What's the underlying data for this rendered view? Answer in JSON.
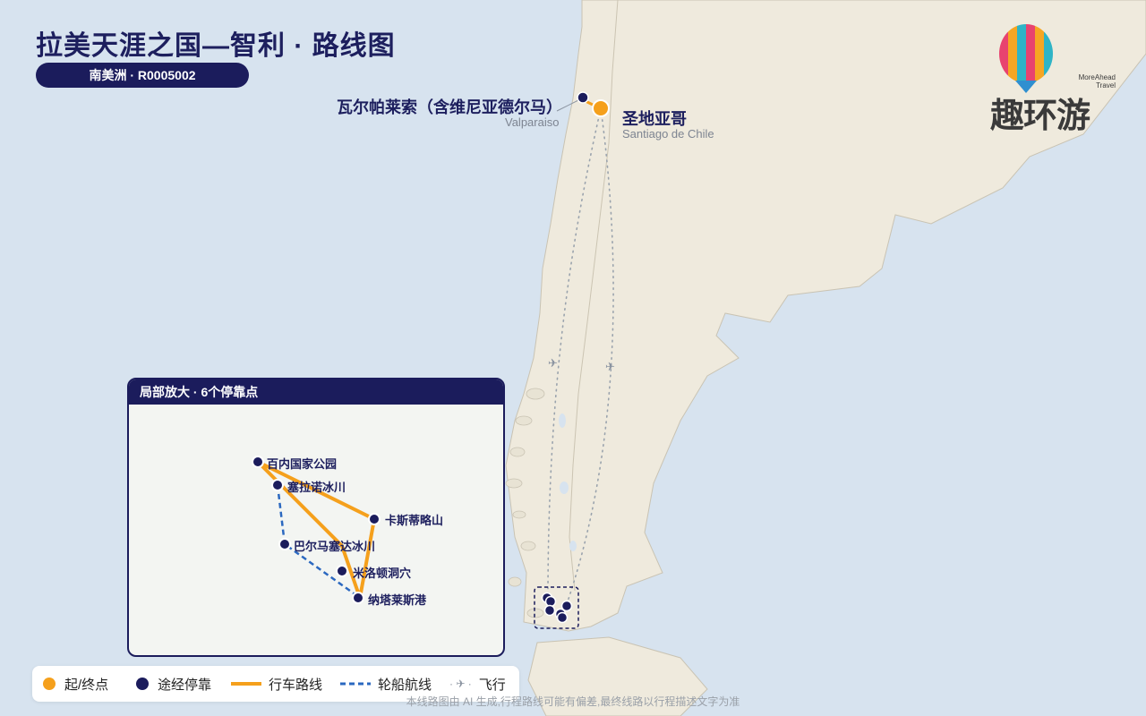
{
  "header": {
    "title": "拉美天涯之国—智利 · 路线图",
    "code": "南美洲 · R0005002"
  },
  "logo": {
    "cn_text": "趣环游",
    "en_line1": "MoreAhead",
    "en_line2": "Travel"
  },
  "map_labels": {
    "valparaiso_cn": "瓦尔帕莱索（含维尼亚德尔马）",
    "valparaiso_en": "Valparaiso",
    "santiago_cn": "圣地亚哥",
    "santiago_en": "Santiago de Chile"
  },
  "inset": {
    "title": "局部放大 · 6个停靠点",
    "stops": {
      "torres": "百内国家公园",
      "serrano": "塞拉诺冰川",
      "castillo": "卡斯蒂略山",
      "balmaceda": "巴尔马塞达冰川",
      "milodon": "米洛顿洞穴",
      "natales": "纳塔莱斯港"
    }
  },
  "legend": {
    "start_end": "起/终点",
    "stop": "途经停靠",
    "drive": "行车路线",
    "boat": "轮船航线",
    "flight_icon": "· ✈ ·",
    "flight": "飞行"
  },
  "colors": {
    "start_end": "#f5a01c",
    "stop": "#1b1c5c",
    "drive": "#f5a01c",
    "boat": "#2b68c0",
    "flight": "#9aa3ad",
    "land": "#efeadd",
    "water": "#d7e3ef"
  },
  "disclaimer": "本线路图由 AI 生成,行程路线可能有偏差,最终线路以行程描述文字为准"
}
